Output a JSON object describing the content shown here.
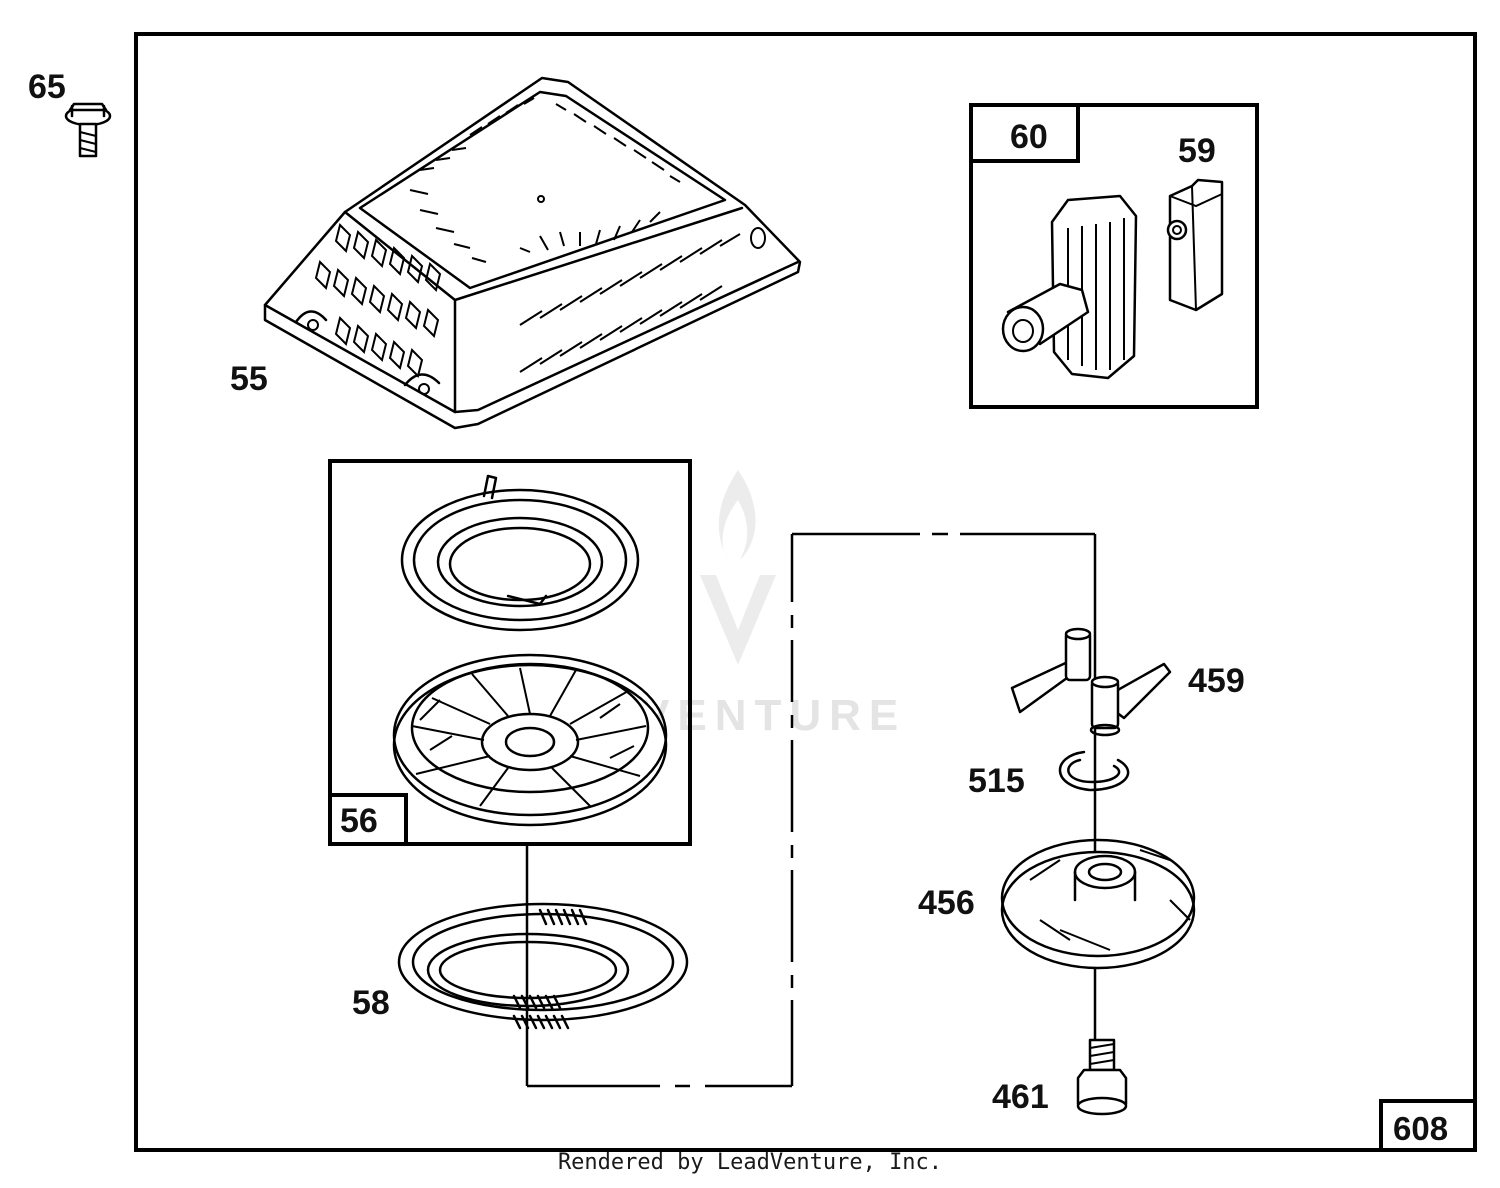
{
  "diagram": {
    "callouts": {
      "p65": "65",
      "p55": "55",
      "p60": "60",
      "p59": "59",
      "p56": "56",
      "p459": "459",
      "p515": "515",
      "p456": "456",
      "p58": "58",
      "p461": "461",
      "p608": "608"
    },
    "watermark": "VENTURE",
    "footer": "Rendered by LeadVenture, Inc."
  },
  "colors": {
    "line": "#000000",
    "watermark": "#e4e4e4",
    "background": "#ffffff"
  }
}
